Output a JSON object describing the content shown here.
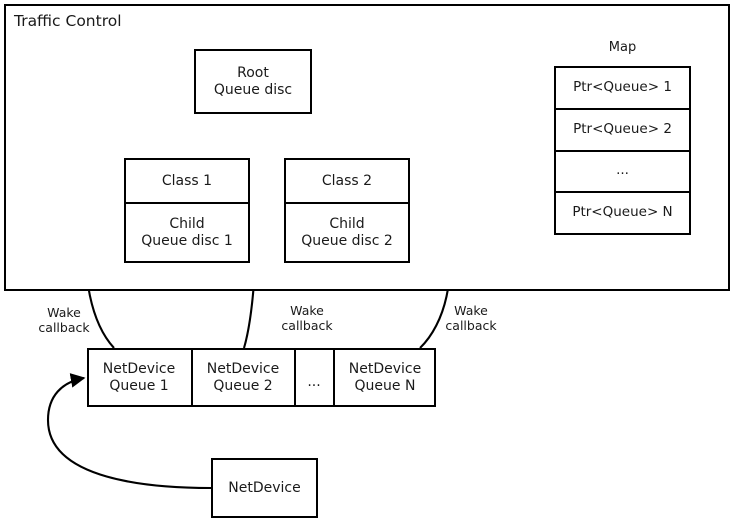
{
  "diagram": {
    "title": "Traffic Control",
    "container_label": "Traffic Control"
  },
  "root_qdisc": {
    "label": "Root\nQueue disc"
  },
  "classes": [
    {
      "head": "Class 1",
      "body": "Child\nQueue disc 1"
    },
    {
      "head": "Class 2",
      "body": "Child\nQueue disc 2"
    }
  ],
  "map": {
    "label": "Map",
    "rows": [
      "Ptr<Queue> 1",
      "Ptr<Queue> 2",
      "...",
      "Ptr<Queue> N"
    ]
  },
  "netdevice_queues": {
    "cells": [
      "NetDevice\nQueue 1",
      "NetDevice\nQueue 2",
      "NetDevice\nQueue N"
    ],
    "ellipsis": "..."
  },
  "netdevice": {
    "label": "NetDevice"
  },
  "wake_callbacks": [
    "Wake\ncallback",
    "Wake\ncallback",
    "Wake\ncallback"
  ],
  "colors": {
    "stroke": "#000000",
    "background": "#ffffff",
    "text": "#1a1a1a"
  }
}
